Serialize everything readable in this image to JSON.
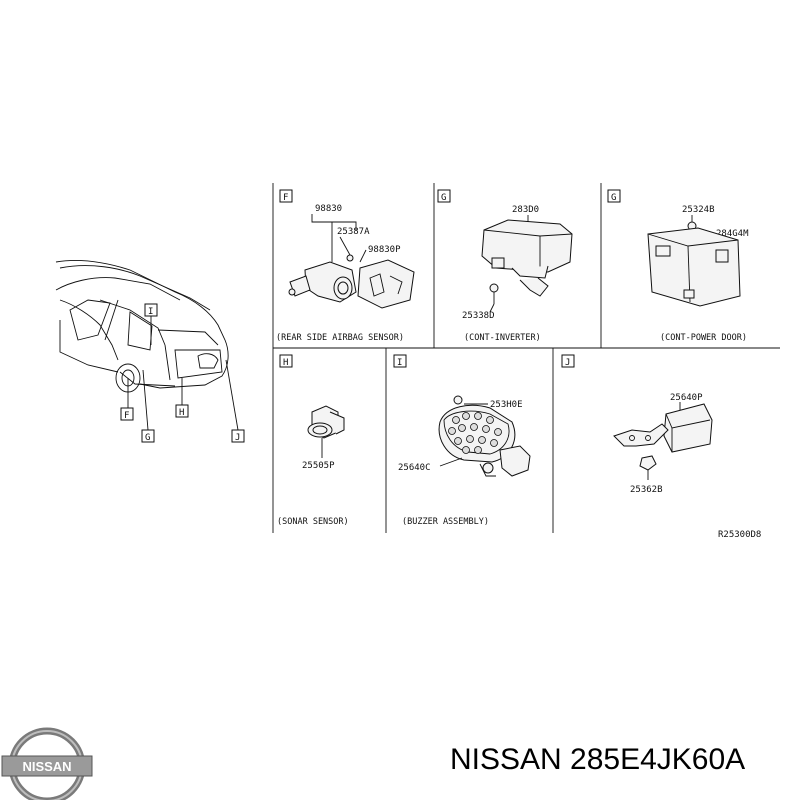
{
  "callouts": {
    "F": "F",
    "G": "G",
    "H": "H",
    "I": "I",
    "J": "J"
  },
  "panel_F": {
    "letter": "F",
    "caption": "(REAR SIDE AIRBAG SENSOR)",
    "parts": [
      "98830",
      "25387A",
      "98830P"
    ]
  },
  "panel_G": {
    "letter": "G",
    "caption": "(CONT-INVERTER)",
    "parts": [
      "283D0",
      "25338D"
    ]
  },
  "panel_G2": {
    "letter": "G",
    "caption": "(CONT-POWER DOOR)",
    "parts": [
      "25324B",
      "284G4M"
    ]
  },
  "panel_H": {
    "letter": "H",
    "caption": "(SONAR SENSOR)",
    "parts": [
      "25505P"
    ]
  },
  "panel_I": {
    "letter": "I",
    "caption": "(BUZZER ASSEMBLY)",
    "parts": [
      "253H0E",
      "25640C"
    ]
  },
  "panel_J": {
    "letter": "J",
    "caption": "",
    "parts": [
      "25640P",
      "25362B"
    ]
  },
  "diagram_code": "R25300D8",
  "brand": {
    "logo_text": "NISSAN",
    "part_number": "NISSAN 285E4JK60A"
  }
}
